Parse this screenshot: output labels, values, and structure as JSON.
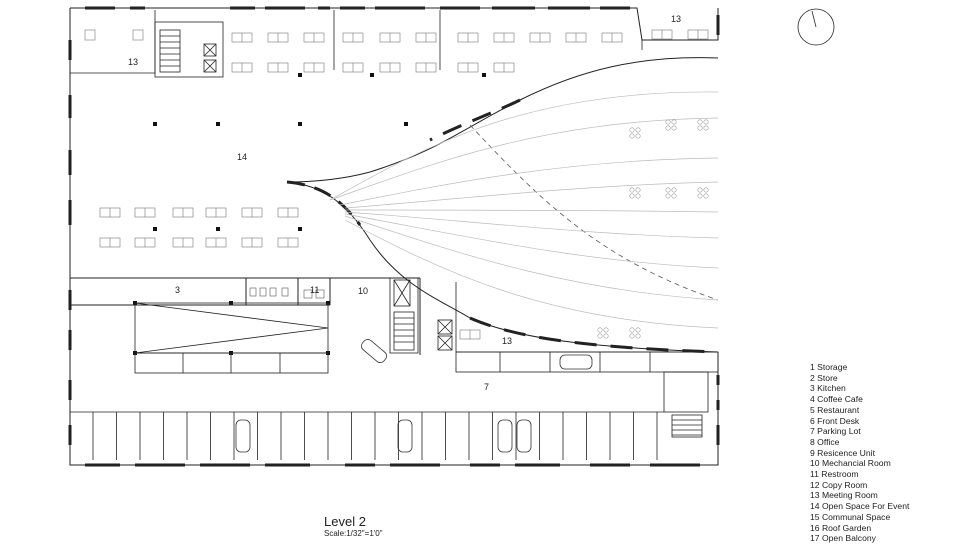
{
  "drawing": {
    "title": "Level 2",
    "scale": "Scale:1/32\"=1'0\""
  },
  "rooms": {
    "r13_top_left": "13",
    "r13_top_right": "13",
    "r13_bottom": "13",
    "r14": "14",
    "r3": "3",
    "r11": "11",
    "r10": "10",
    "r7": "7"
  },
  "legend": [
    "1 Storage",
    "2 Store",
    "3 Kitchen",
    "4 Coffee Cafe",
    "5 Restaurant",
    "6 Front Desk",
    "7 Parking Lot",
    "8 Office",
    "9 Resicence Unit",
    "10 Mechancial Room",
    "11 Restroom",
    "12 Copy Room",
    "13 Meeting Room",
    "14 Open Space For Event",
    "15 Communal Space",
    "16 Roof Garden",
    "17 Open Balcony"
  ],
  "colors": {
    "line": "#222222",
    "light": "#bbbbbb"
  }
}
